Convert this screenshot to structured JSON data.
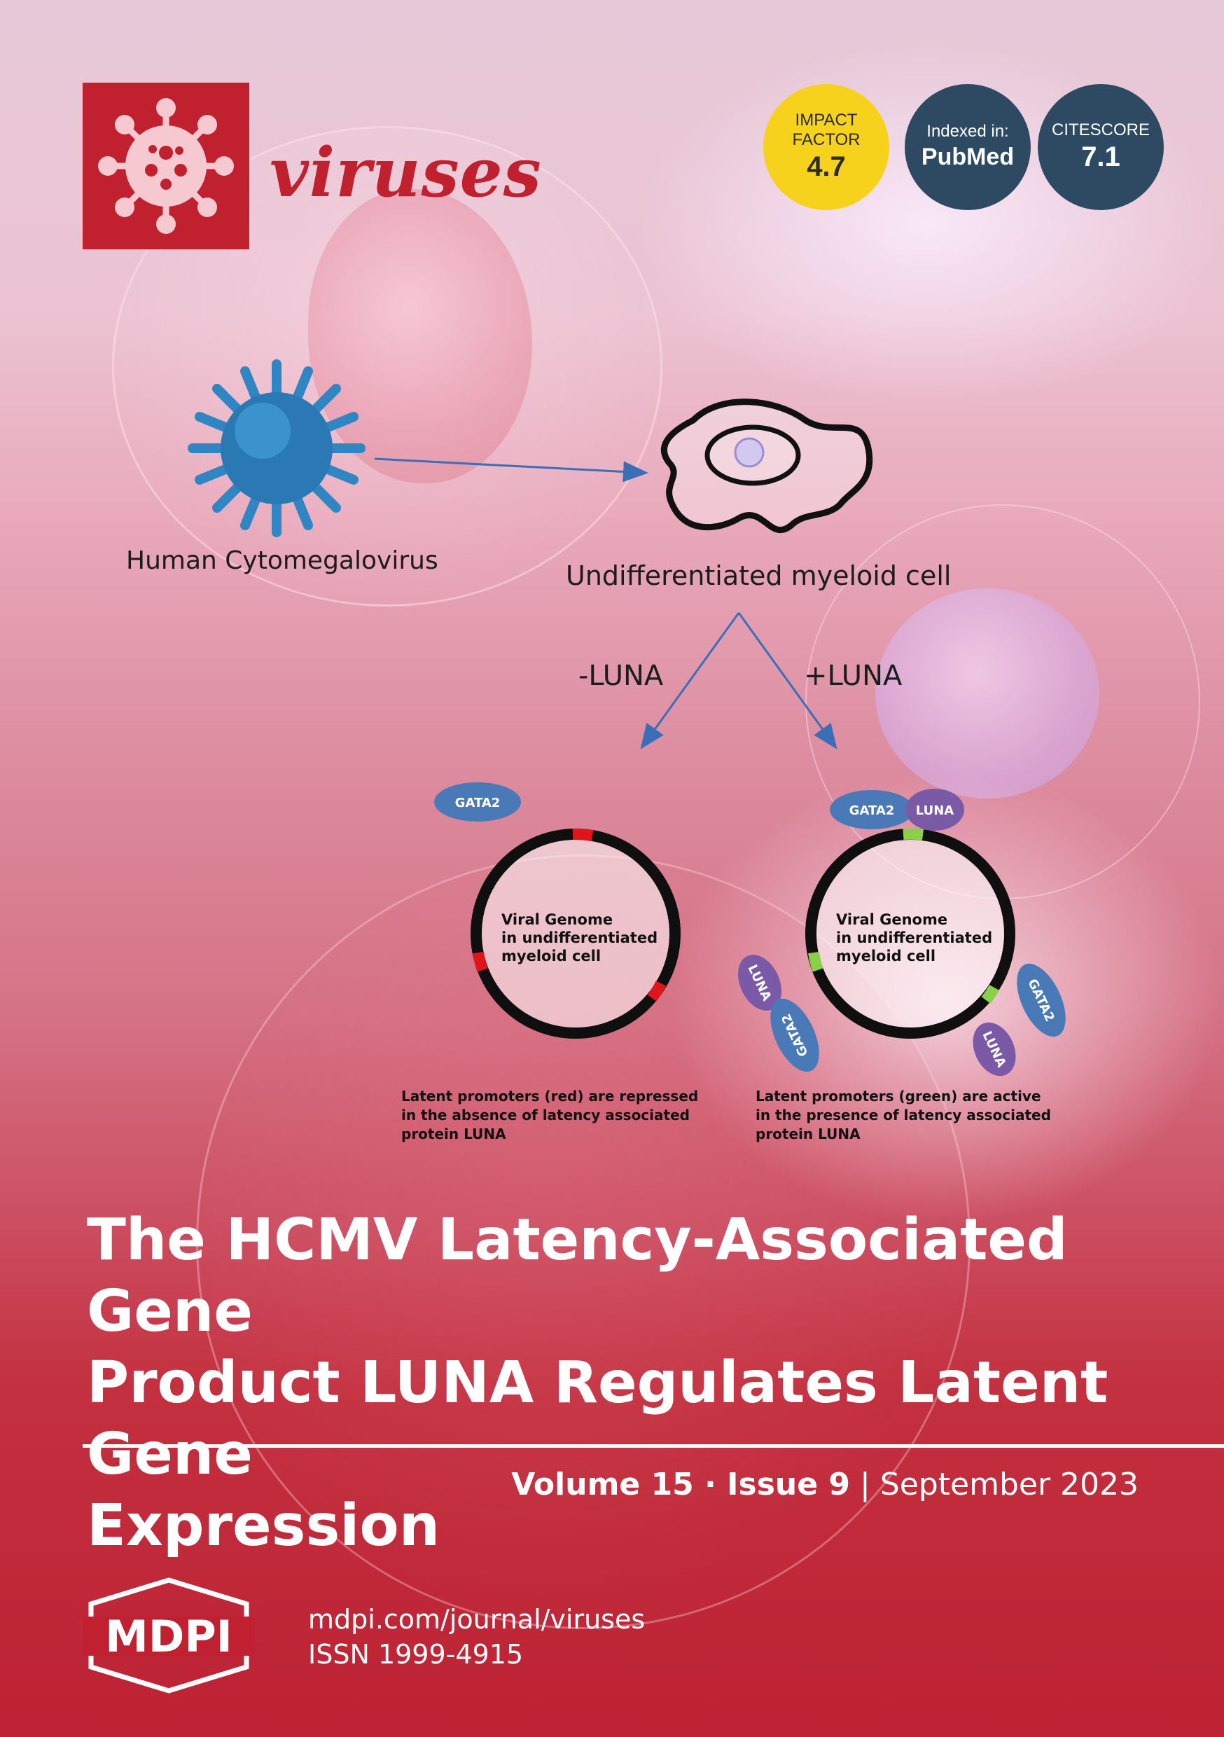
{
  "journal": {
    "name": "viruses"
  },
  "badges": {
    "impact": {
      "line1": "IMPACT",
      "line2": "FACTOR",
      "value": "4.7"
    },
    "pubmed": {
      "label": "Indexed in:",
      "value": "PubMed"
    },
    "citescore": {
      "label": "CITESCORE",
      "value": "7.1"
    }
  },
  "figure": {
    "virus_label": "Human Cytomegalovirus",
    "cell_label": "Undifferentiated myeloid cell",
    "branch_minus": "-LUNA",
    "branch_plus": "+LUNA",
    "gata2": "GATA2",
    "luna": "LUNA",
    "genome_line1": "Viral Genome",
    "genome_line2": "in undifferentiated",
    "genome_line3": "myeloid cell",
    "note_left": [
      "Latent promoters (red) are repressed",
      "in the absence of latency associated",
      "protein LUNA"
    ],
    "note_right": [
      "Latent promoters (green) are active",
      "in the presence of latency associated",
      "protein LUNA"
    ],
    "colors": {
      "repressed": "#e0151b",
      "active": "#8ad04a",
      "gata2": "#4a79b8",
      "luna": "#7a5aa6"
    }
  },
  "article": {
    "title_line1": "The HCMV Latency-Associated Gene",
    "title_line2": "Product LUNA Regulates Latent Gene",
    "title_line3": "Expression"
  },
  "issue": {
    "volume": "Volume 15",
    "sep": " · ",
    "issue": "Issue 9",
    "bar": " | ",
    "date": "September 2023"
  },
  "publisher": {
    "name": "MDPI",
    "url": "mdpi.com/journal/viruses",
    "issn": "ISSN 1999-4915"
  }
}
